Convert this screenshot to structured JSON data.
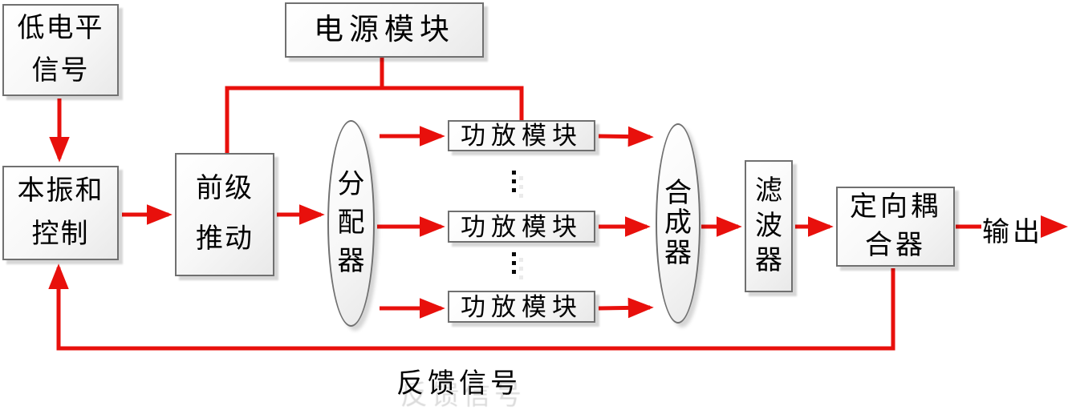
{
  "diagram": {
    "nodes": {
      "low_level_signal": "低电平\n信号",
      "power_module": "电源模块",
      "lo_control": "本振和\n控制",
      "pre_driver": "前级\n推动",
      "splitter": "分\n配\n器",
      "amp_modules": [
        "功放模块",
        "功放模块",
        "功放模块"
      ],
      "combiner": "合\n成\n器",
      "filter": "滤\n波\n器",
      "directional_coupler": "定向耦\n合器"
    },
    "labels": {
      "output": "输出",
      "feedback": "反馈信号"
    },
    "icons": {
      "vertical_ellipsis": "⋮"
    },
    "colors": {
      "connector_red": "#e8100c",
      "box_border": "#707070",
      "box_fill": "#f2f2f2",
      "text": "#000000"
    }
  }
}
